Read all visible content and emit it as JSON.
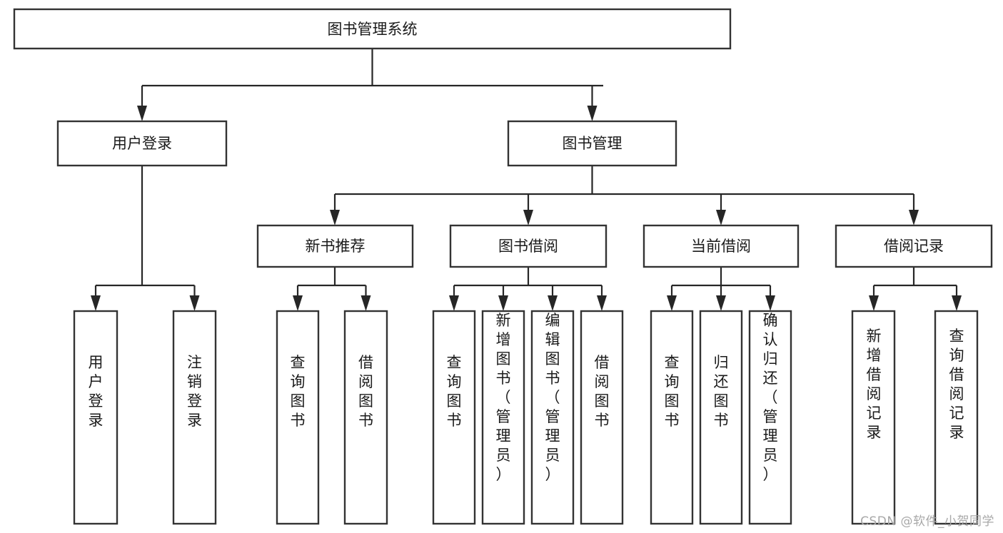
{
  "diagram": {
    "type": "tree",
    "title": "图书管理系统",
    "watermark": "CSDN @软件_小贺同学",
    "orientation": "top-down",
    "nodes": {
      "root": {
        "label": "图书管理系统",
        "level": 0
      },
      "l1_user_login": {
        "label": "用户登录",
        "level": 1
      },
      "l1_book_manage": {
        "label": "图书管理",
        "level": 1
      },
      "l2_new_book": {
        "label": "新书推荐",
        "level": 2
      },
      "l2_borrow": {
        "label": "图书借阅",
        "level": 2
      },
      "l2_current": {
        "label": "当前借阅",
        "level": 2
      },
      "l2_record": {
        "label": "借阅记录",
        "level": 2
      },
      "leaf_user_login": {
        "label": "用户登录",
        "level": 3
      },
      "leaf_logout": {
        "label": "注销登录",
        "level": 3
      },
      "leaf_query_book_1": {
        "label": "查询图书",
        "level": 3
      },
      "leaf_borrow_book_1": {
        "label": "借阅图书",
        "level": 3
      },
      "leaf_query_book_2": {
        "label": "查询图书",
        "level": 3
      },
      "leaf_add_book": {
        "label": "新增图书（管理员）",
        "level": 3
      },
      "leaf_edit_book": {
        "label": "编辑图书（管理员）",
        "level": 3
      },
      "leaf_borrow_book_2": {
        "label": "借阅图书",
        "level": 3
      },
      "leaf_query_book_3": {
        "label": "查询图书",
        "level": 3
      },
      "leaf_return_book": {
        "label": "归还图书",
        "level": 3
      },
      "leaf_confirm_return": {
        "label": "确认归还（管理员）",
        "level": 3
      },
      "leaf_add_record": {
        "label": "新增借阅记录",
        "level": 3
      },
      "leaf_query_record": {
        "label": "查询借阅记录",
        "level": 3
      }
    },
    "edges": [
      {
        "from": "root",
        "to": "l1_user_login"
      },
      {
        "from": "root",
        "to": "l1_book_manage"
      },
      {
        "from": "l1_user_login",
        "to": "leaf_user_login"
      },
      {
        "from": "l1_user_login",
        "to": "leaf_logout"
      },
      {
        "from": "l1_book_manage",
        "to": "l2_new_book"
      },
      {
        "from": "l1_book_manage",
        "to": "l2_borrow"
      },
      {
        "from": "l1_book_manage",
        "to": "l2_current"
      },
      {
        "from": "l1_book_manage",
        "to": "l2_record"
      },
      {
        "from": "l2_new_book",
        "to": "leaf_query_book_1"
      },
      {
        "from": "l2_new_book",
        "to": "leaf_borrow_book_1"
      },
      {
        "from": "l2_borrow",
        "to": "leaf_query_book_2"
      },
      {
        "from": "l2_borrow",
        "to": "leaf_add_book"
      },
      {
        "from": "l2_borrow",
        "to": "leaf_edit_book"
      },
      {
        "from": "l2_borrow",
        "to": "leaf_borrow_book_2"
      },
      {
        "from": "l2_current",
        "to": "leaf_query_book_3"
      },
      {
        "from": "l2_current",
        "to": "leaf_return_book"
      },
      {
        "from": "l2_current",
        "to": "leaf_confirm_return"
      },
      {
        "from": "l2_record",
        "to": "leaf_add_record"
      },
      {
        "from": "l2_record",
        "to": "leaf_query_record"
      }
    ],
    "colors": {
      "box_fill": "#ffffff",
      "box_stroke": "#333333",
      "connector": "#262626",
      "text": "#1a1a1a",
      "watermark": "#a8a8a8",
      "background": "#ffffff"
    }
  }
}
